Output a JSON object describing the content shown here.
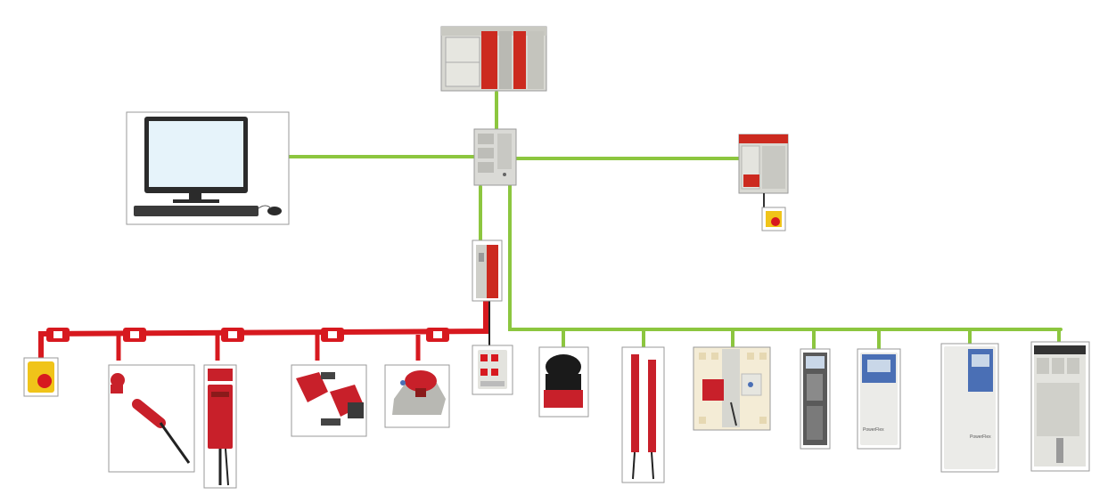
{
  "diagram": {
    "colors": {
      "ethernet": "#8cc63f",
      "safety_bus": "#d7191f",
      "device_red": "#c8202a",
      "device_gray": "#d6d6d3",
      "frame": "#9a9a9a",
      "pillar_red": "#e1261c"
    },
    "nodes": [
      {
        "name": "safety-controller",
        "icon": "plc-rack-icon"
      },
      {
        "name": "ethernet-switch",
        "icon": "network-switch-icon"
      },
      {
        "name": "workstation",
        "icon": "computer-monitor-icon"
      },
      {
        "name": "compact-safety-controller",
        "icon": "plc-module-icon"
      },
      {
        "name": "estop-station-right",
        "icon": "e-stop-icon"
      },
      {
        "name": "safety-relay-module",
        "icon": "safety-relay-icon"
      },
      {
        "name": "contactor",
        "icon": "contactor-icon"
      },
      {
        "name": "estop-station-left",
        "icon": "e-stop-icon"
      },
      {
        "name": "cable-pull-switch",
        "icon": "rope-pull-switch-icon"
      },
      {
        "name": "interlock-switch",
        "icon": "interlock-switch-icon"
      },
      {
        "name": "non-contact-switch",
        "icon": "non-contact-switch-icon"
      },
      {
        "name": "estop-mushroom",
        "icon": "e-stop-icon"
      },
      {
        "name": "laser-scanner",
        "icon": "safety-laser-scanner-icon"
      },
      {
        "name": "light-curtain",
        "icon": "light-curtain-icon"
      },
      {
        "name": "guard-locking-switch",
        "icon": "guard-lock-icon"
      },
      {
        "name": "io-module",
        "icon": "io-module-icon"
      },
      {
        "name": "drive-small",
        "icon": "powerflex-drive-icon"
      },
      {
        "name": "drive-large",
        "icon": "powerflex-drive-icon"
      },
      {
        "name": "servo-drive",
        "icon": "servo-drive-icon"
      }
    ],
    "brand_text": "PowerFlex"
  }
}
